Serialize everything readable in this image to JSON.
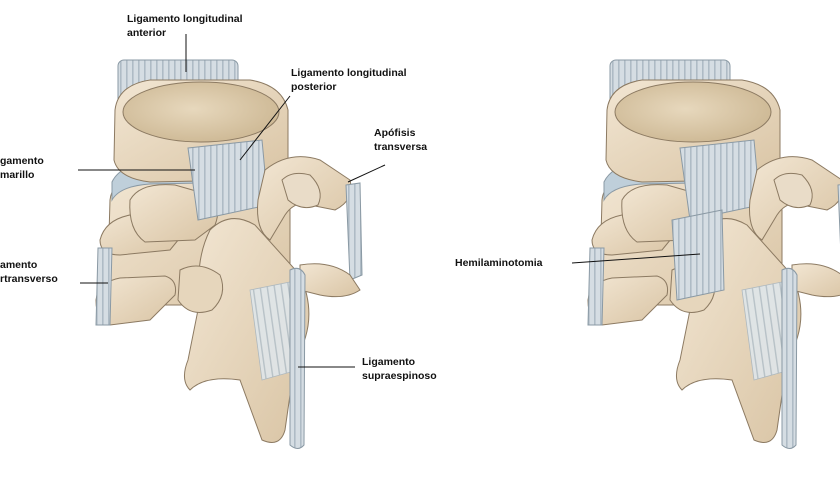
{
  "labels": {
    "alil": [
      "Ligamento longitudinal",
      "anterior"
    ],
    "plil": [
      "Ligamento longitudinal",
      "posterior"
    ],
    "amarillo": [
      "gamento",
      "marillo"
    ],
    "apofisis": [
      "Apófisis",
      "transversa"
    ],
    "intertransverso": [
      "amento",
      "rtransverso"
    ],
    "supraespinoso": [
      "Ligamento",
      "supraespinoso"
    ],
    "hemilaminotomia": "Hemilaminotomia"
  },
  "colors": {
    "bone": "#eadbc4",
    "bone_shadow": "#c9b493",
    "bone_outline": "#8c7a62",
    "ligament": "#d5dde3",
    "ligament_stripe": "#aebbc5",
    "disc": "#bfcfda",
    "endplate": "#d8c6a6",
    "leader": "#111111"
  }
}
